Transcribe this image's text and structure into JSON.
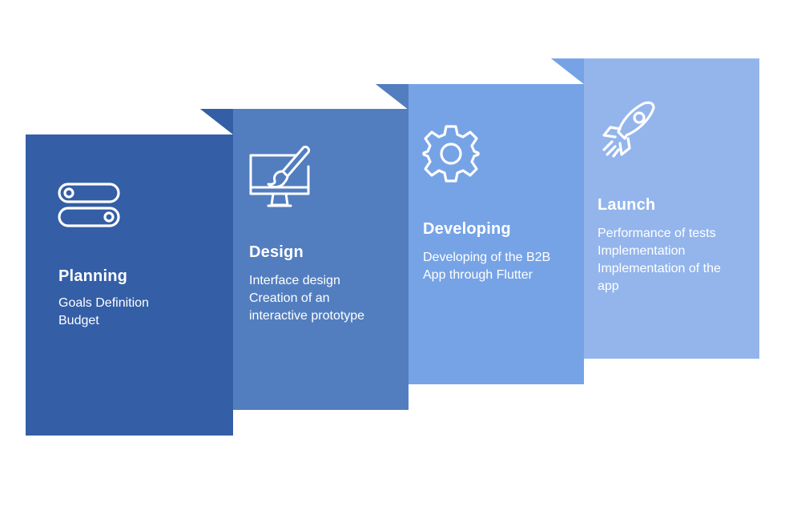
{
  "colors": {
    "planning": "#345EA6",
    "design": "#527EBF",
    "developing": "#76A3E6",
    "launch": "#93B5EC",
    "fold_dark": "#1C3E73",
    "fold_mid": "#355F9F",
    "fold_light": "#5D8BD3"
  },
  "stages": [
    {
      "icon": "toggle-switches-icon",
      "title": "Planning",
      "lines": [
        "Goals Definition",
        "Budget"
      ]
    },
    {
      "icon": "monitor-paintbrush-icon",
      "title": "Design",
      "lines": [
        "Interface design",
        "Creation of an",
        "interactive prototype"
      ]
    },
    {
      "icon": "gear-icon",
      "title": "Developing",
      "lines": [
        "Developing of the B2B",
        "App through Flutter"
      ]
    },
    {
      "icon": "rocket-icon",
      "title": "Launch",
      "lines": [
        "Performance of tests",
        "Implementation",
        "Implementation of the",
        "app"
      ]
    }
  ]
}
